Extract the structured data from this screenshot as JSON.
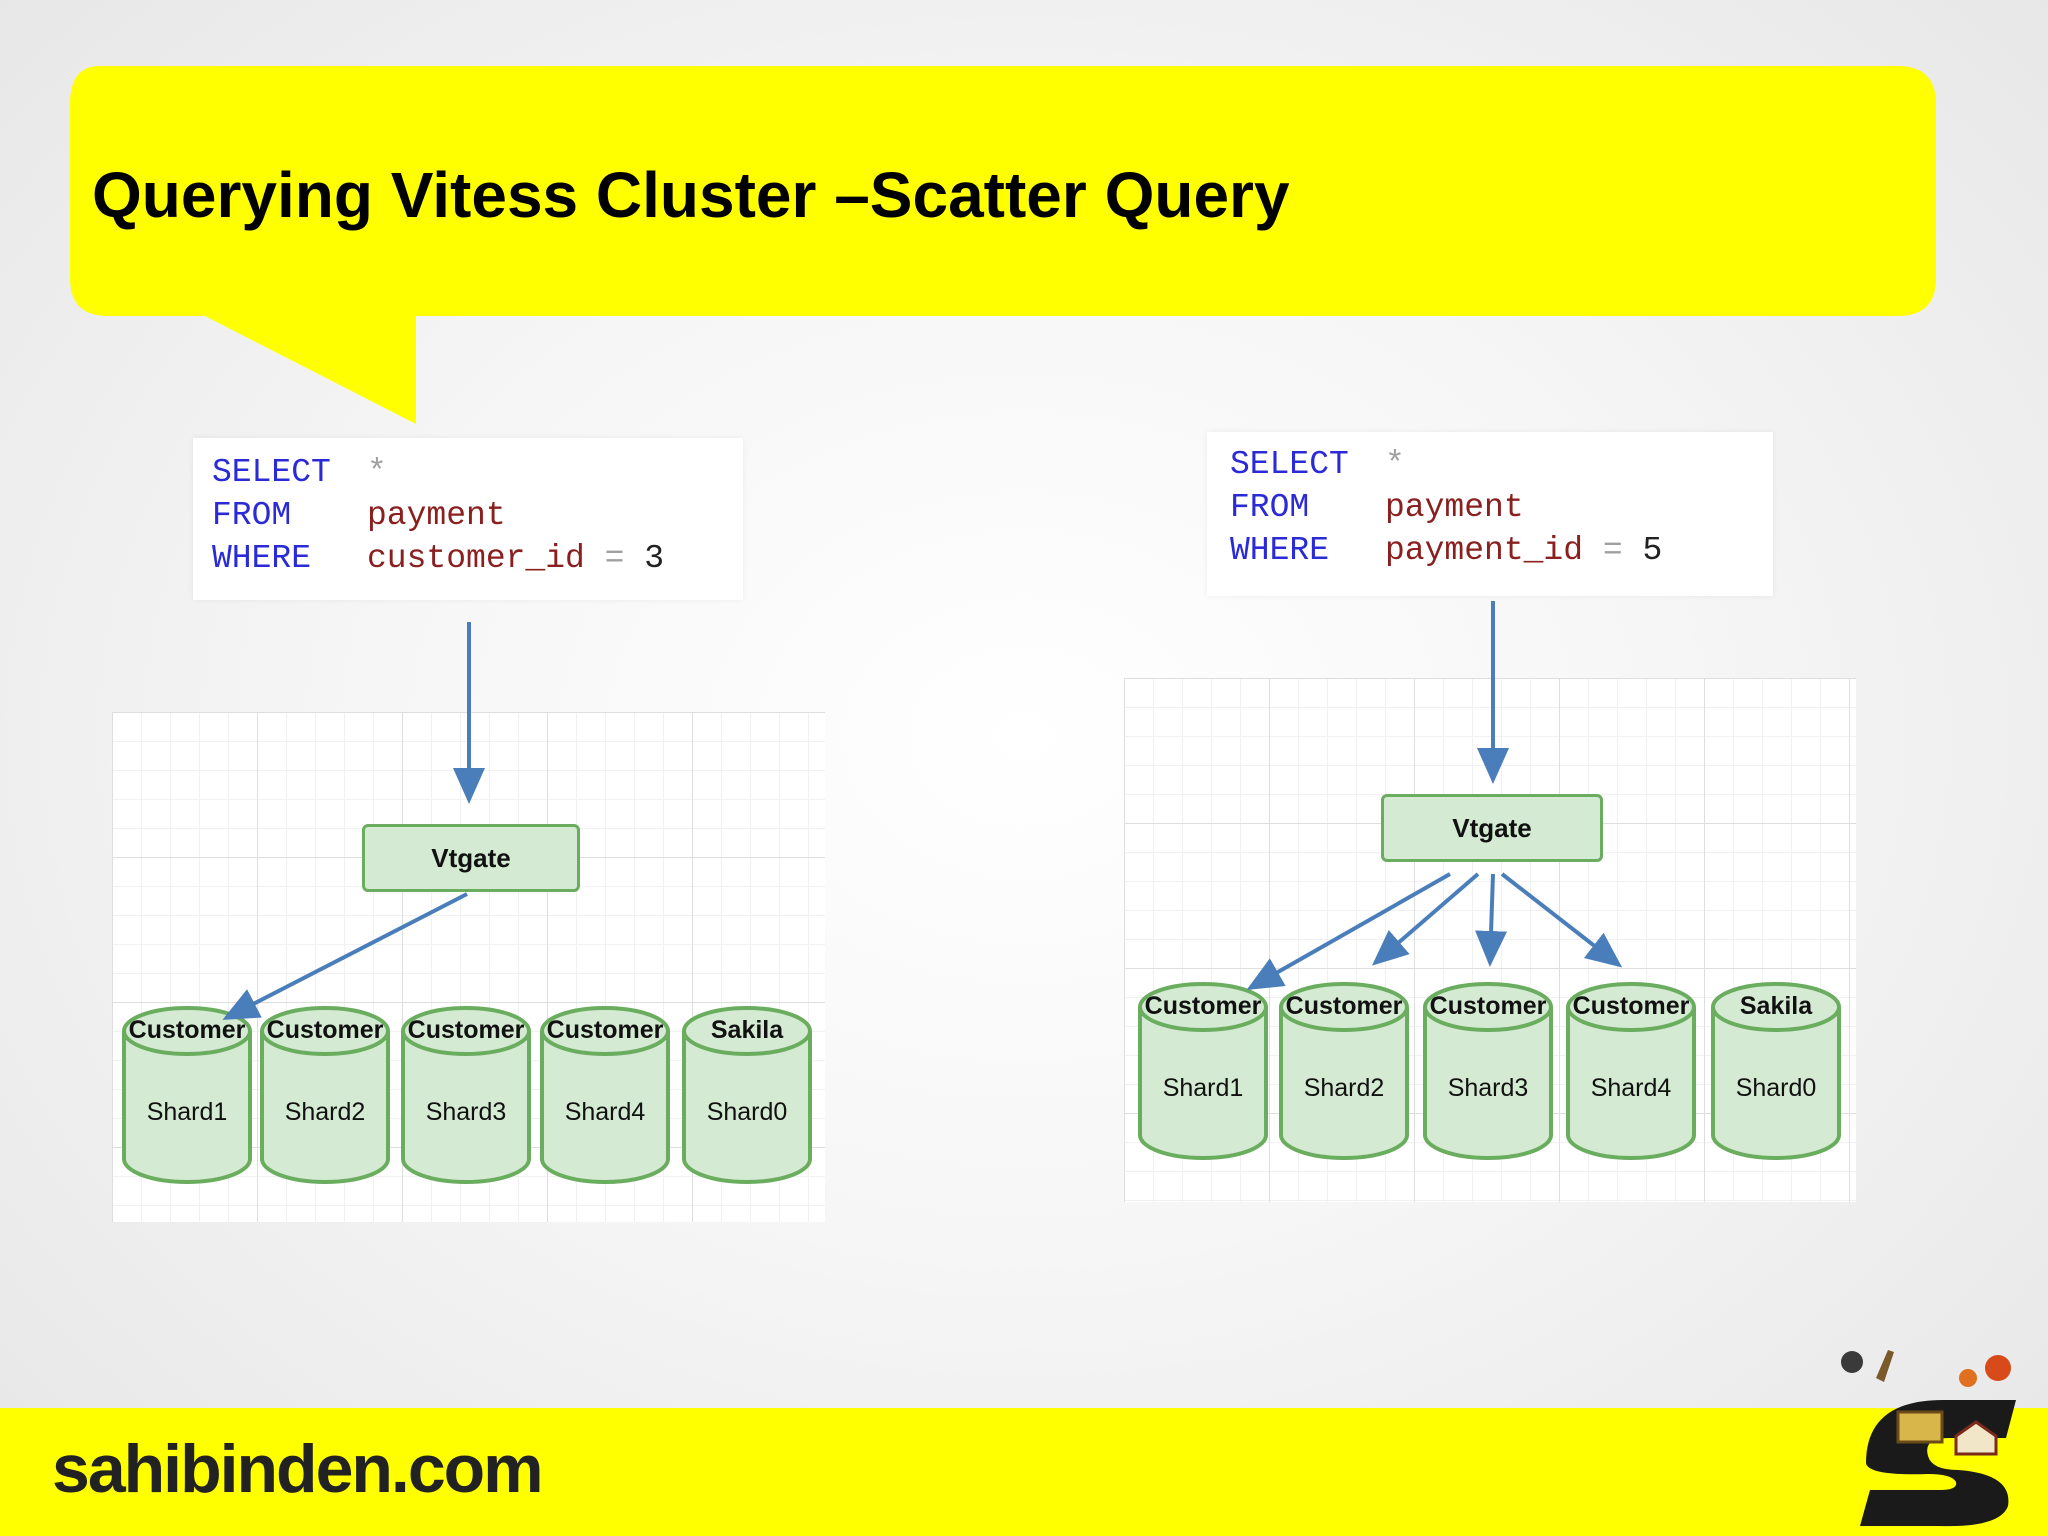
{
  "slide": {
    "title": "Querying Vitess Cluster –Scatter Query",
    "brand": "sahibinden.com",
    "accent_color": "#ffff00",
    "node_fill": "#d4ead2",
    "node_border": "#6aad5f",
    "arrow_color": "#4a7ebb"
  },
  "left": {
    "query": {
      "select_kw": "SELECT",
      "select_val": "*",
      "from_kw": "FROM",
      "from_val": "payment",
      "where_kw": "WHERE",
      "where_col": "customer_id",
      "where_op": "=",
      "where_val": "3"
    },
    "vtgate": "Vtgate",
    "shards": [
      {
        "title": "Customer",
        "name": "Shard1"
      },
      {
        "title": "Customer",
        "name": "Shard2"
      },
      {
        "title": "Customer",
        "name": "Shard3"
      },
      {
        "title": "Customer",
        "name": "Shard4"
      },
      {
        "title": "Sakila",
        "name": "Shard0"
      }
    ]
  },
  "right": {
    "query": {
      "select_kw": "SELECT",
      "select_val": "*",
      "from_kw": "FROM",
      "from_val": "payment",
      "where_kw": "WHERE",
      "where_col": "payment_id",
      "where_op": "=",
      "where_val": "5"
    },
    "vtgate": "Vtgate",
    "shards": [
      {
        "title": "Customer",
        "name": "Shard1"
      },
      {
        "title": "Customer",
        "name": "Shard2"
      },
      {
        "title": "Customer",
        "name": "Shard3"
      },
      {
        "title": "Customer",
        "name": "Shard4"
      },
      {
        "title": "Sakila",
        "name": "Shard0"
      }
    ]
  },
  "icons": [
    "logo-icon"
  ]
}
